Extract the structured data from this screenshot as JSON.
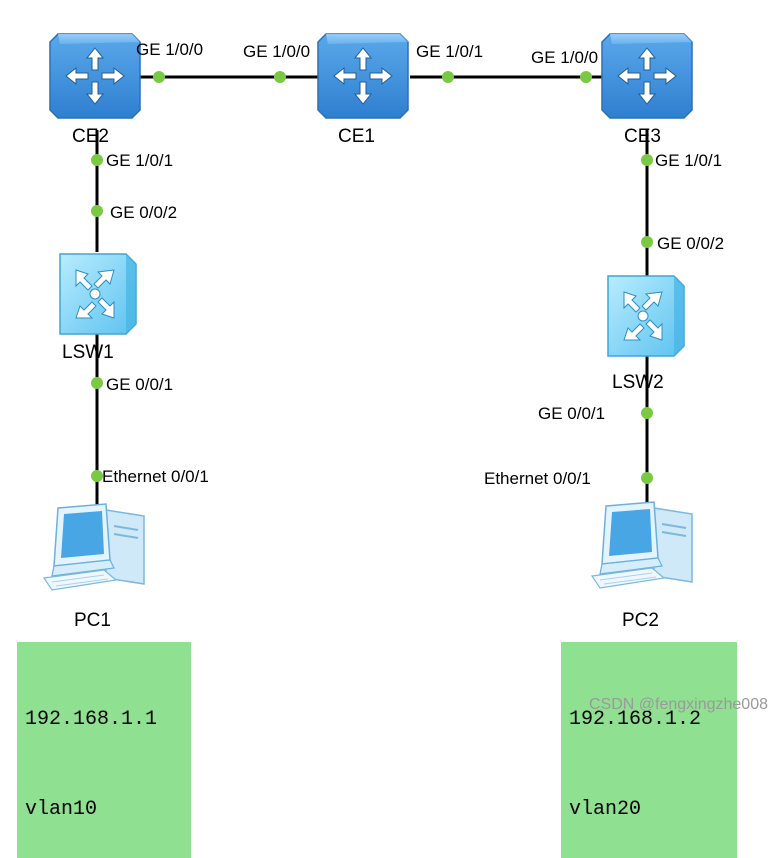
{
  "devices": {
    "ce1": {
      "label": "CE1"
    },
    "ce2": {
      "label": "CE2"
    },
    "ce3": {
      "label": "CE3"
    },
    "lsw1": {
      "label": "LSW1"
    },
    "lsw2": {
      "label": "LSW2"
    },
    "pc1": {
      "label": "PC1"
    },
    "pc2": {
      "label": "PC2"
    }
  },
  "ports": {
    "ce2_to_ce1": "GE 1/0/0",
    "ce1_to_ce2": "GE 1/0/0",
    "ce1_to_ce3": "GE 1/0/1",
    "ce3_to_ce1": "GE 1/0/0",
    "ce2_to_lsw1": "GE 1/0/1",
    "lsw1_to_ce2": "GE 0/0/2",
    "lsw1_to_pc1": "GE 0/0/1",
    "pc1_to_lsw1": "Ethernet 0/0/1",
    "ce3_to_lsw2": "GE 1/0/1",
    "lsw2_to_ce3": "GE 0/0/2",
    "lsw2_to_pc2": "GE 0/0/1",
    "pc2_to_lsw2": "Ethernet 0/0/1"
  },
  "pc1_info": {
    "ip": "192.168.1.1",
    "vlan": "vlan10"
  },
  "pc2_info": {
    "ip": "192.168.1.2",
    "vlan": "vlan20"
  },
  "watermark": "CSDN @fengxingzhe008",
  "colors": {
    "router_blue": "#4a9fe3",
    "switch_blue": "#8fd3f5",
    "port_green": "#7ac943",
    "info_green": "#8fe090",
    "link": "#000000"
  }
}
